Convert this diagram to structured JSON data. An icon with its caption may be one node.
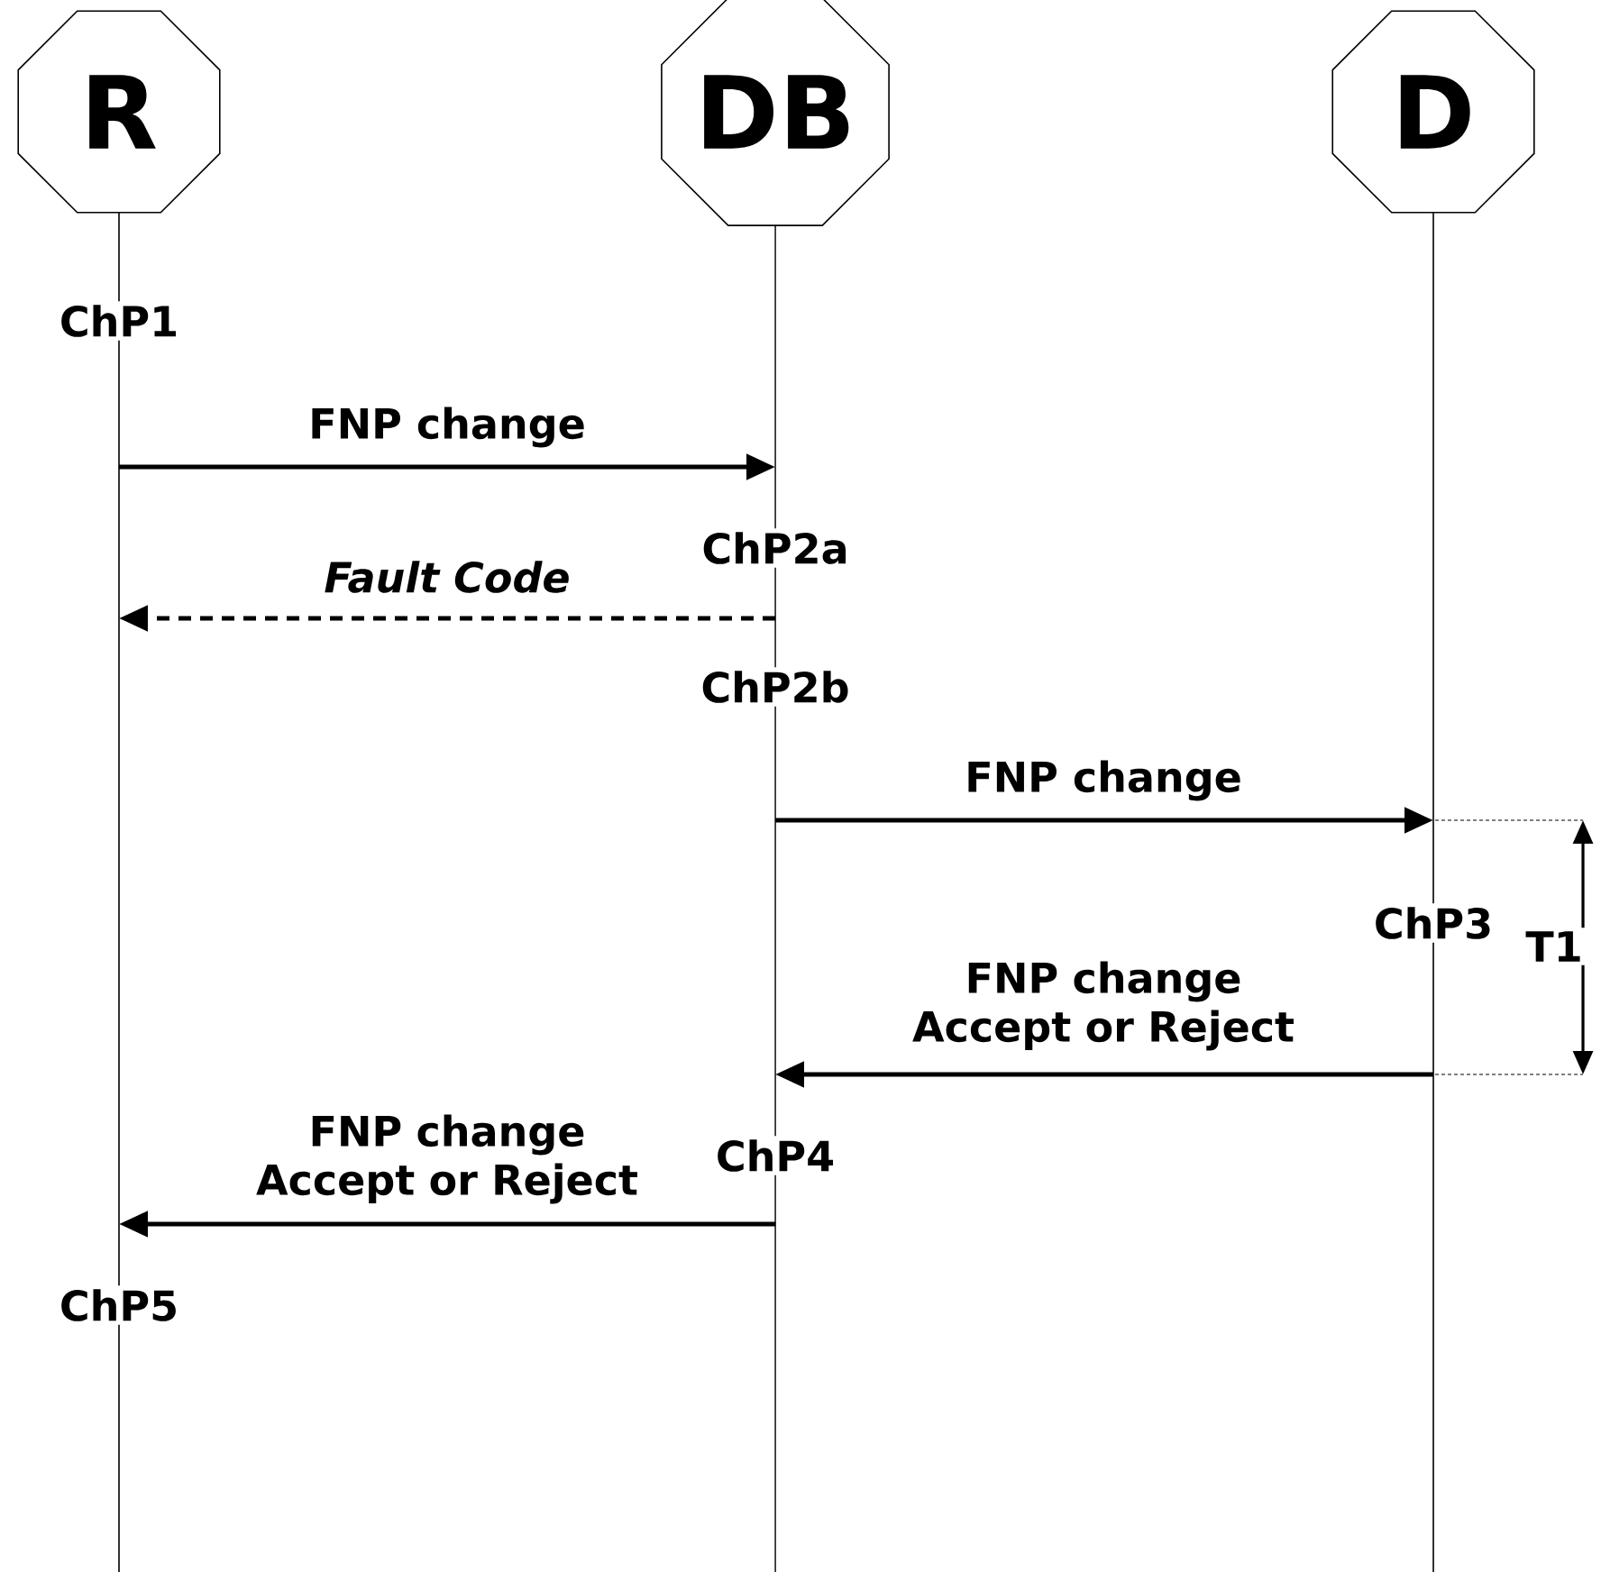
{
  "diagram": {
    "nodes": [
      {
        "text": [
          "R"
        ]
      },
      {
        "text": [
          "DB"
        ]
      },
      {
        "text": [
          "D"
        ]
      }
    ],
    "edges": [
      {
        "from": 0,
        "to": 1,
        "arrow": "to",
        "label": "FNP change"
      },
      {
        "from": 1,
        "to": 0,
        "arrow": "to",
        "label": "Fault Code",
        "style": "dashed"
      },
      {
        "from": 1,
        "to": 2,
        "arrow": "to",
        "label": "FNP change"
      },
      {
        "from": 2,
        "to": 1,
        "arrow": "to",
        "label": "FNP change Accept or Reject"
      },
      {
        "from": 1,
        "to": 0,
        "arrow": "to",
        "label": "FNP change Accept or Reject"
      }
    ],
    "labels": [
      "ChP1",
      "ChP2a",
      "ChP2b",
      "ChP3",
      "ChP4",
      "ChP5",
      "T1"
    ]
  }
}
